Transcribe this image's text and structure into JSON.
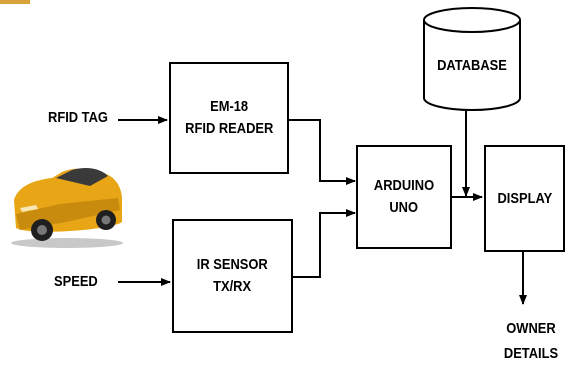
{
  "colors": {
    "stroke": "#000000",
    "car_body": "#e8a516",
    "top_strip": "#d9a23a"
  },
  "inputs": {
    "rfid_tag": "RFID TAG",
    "speed": "SPEED"
  },
  "blocks": {
    "rfid_reader": {
      "line1": "EM-18",
      "line2": "RFID READER"
    },
    "ir_sensor": {
      "line1": "IR SENSOR",
      "line2": "TX/RX"
    },
    "arduino": {
      "line1": "ARDUINO",
      "line2": "UNO"
    },
    "display": {
      "line1": "DISPLAY"
    },
    "database": {
      "label": "DATABASE"
    }
  },
  "output": {
    "line1": "OWNER",
    "line2": "DETAILS"
  },
  "image": {
    "icon": "car-icon"
  }
}
